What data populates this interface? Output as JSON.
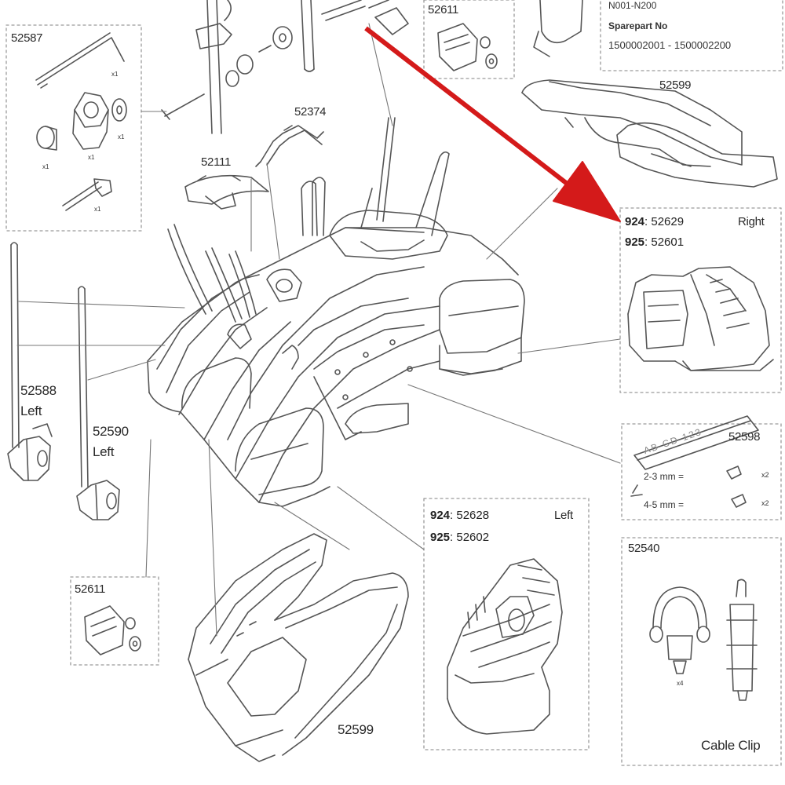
{
  "colors": {
    "line": "#555555",
    "box": "#9a9a9a",
    "arrow": "#d41a1a",
    "text": "#222222"
  },
  "topbox": {
    "line1": "N001-N200",
    "line2": "Sparepart No",
    "line3": "1500002001 - 1500002200"
  },
  "parts": {
    "p52587": "52587",
    "p52611_top": "52611",
    "p52599_top": "52599",
    "p52374": "52374",
    "p52111": "52111",
    "p52588": "52588",
    "p52588_side": "Left",
    "p52590": "52590",
    "p52590_side": "Left",
    "p52611_bottom": "52611",
    "p52599_bottom": "52599",
    "p52598": "52598",
    "p52540": "52540",
    "cable_clip": "Cable Clip"
  },
  "right_box": {
    "code1_prefix": "924",
    "code1": ": 52629",
    "code2_prefix": "925",
    "code2": ": 52601",
    "side": "Right"
  },
  "left_box": {
    "code1_prefix": "924",
    "code1": ": 52628",
    "code2_prefix": "925",
    "code2": ": 52602",
    "side": "Left"
  },
  "plate_box": {
    "plate_text": "AB CD 123",
    "row1": "2-3 mm =",
    "row2": "4-5 mm =",
    "qty": "x2"
  },
  "qty_marks": {
    "x1": "x1",
    "x4": "x4"
  }
}
